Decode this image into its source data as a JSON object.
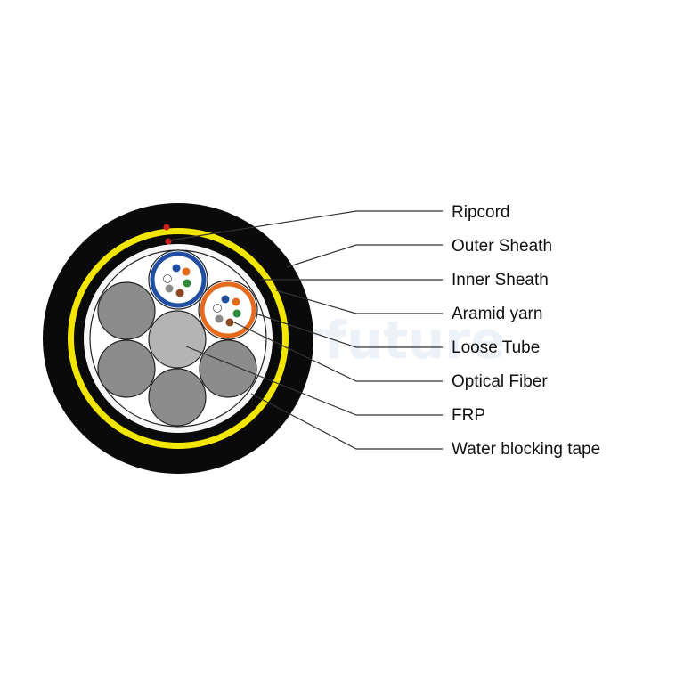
{
  "watermark": "Hyperfuture",
  "labels": [
    "Ripcord",
    "Outer Sheath",
    "Inner Sheath",
    "Aramid yarn",
    "Loose Tube",
    "Optical Fiber",
    "FRP",
    "Water blocking tape"
  ],
  "colors": {
    "outer_sheath": "#0a0a0a",
    "aramid_yarn": "#f2e600",
    "inner_sheath": "#0a0a0a",
    "water_blocking_tape": "#f7f7f7",
    "filler": "#8c8c8c",
    "frp": "#b4b4b4",
    "tube_blue": "#1f4ea3",
    "tube_orange": "#e46a1c",
    "ripcord": "#d21f1f"
  },
  "fiber_colors": [
    "#1f4ea3",
    "#e46a1c",
    "#2e8b3a",
    "#8a4a25",
    "#8a8a8a",
    "#ffffff"
  ]
}
